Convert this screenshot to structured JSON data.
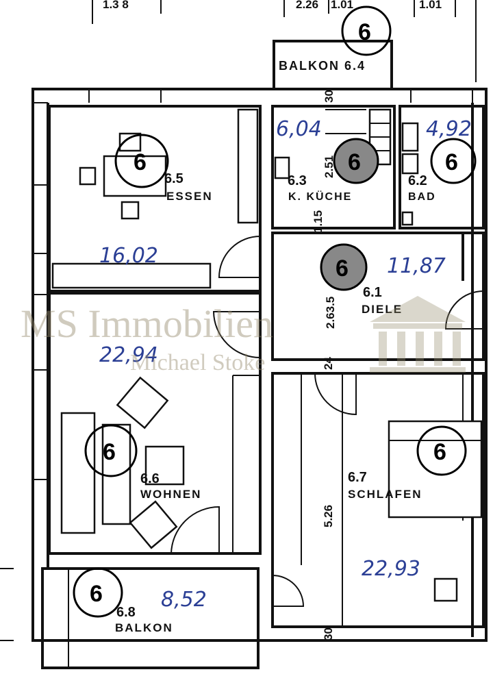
{
  "rooms": {
    "essen": {
      "number": "6.5",
      "name": "ESSEN",
      "area": "16,02"
    },
    "kueche": {
      "number": "6.3",
      "name": "K. KÜCHE",
      "area": "6,04"
    },
    "bad": {
      "number": "6.2",
      "name": "BAD",
      "area": "4,92"
    },
    "diele": {
      "number": "6.1",
      "name": "DIELE",
      "area": "11,87"
    },
    "wohnen": {
      "number": "6.6",
      "name": "WOHNEN",
      "area": "22,94"
    },
    "schlafen": {
      "number": "6.7",
      "name": "SCHLAFEN",
      "area": "22,93"
    },
    "balkon_bottom": {
      "number": "6.8",
      "name": "BALKON",
      "area": "8,52"
    },
    "balkon_top": {
      "label": "BALKON 6.4"
    }
  },
  "marker": "6",
  "dimensions": {
    "top_left": "1.3 8",
    "top_mid": "2.26",
    "top_mid2": "1.01",
    "top_right": "1.01",
    "kitchen_v": "2.51",
    "kitchen_top": "30",
    "kitchen_115": "1.15",
    "diele_v": "2.63.5",
    "diele_24": "24",
    "schlafen_v": "5.26",
    "bottom_30": "30"
  },
  "watermark": {
    "title": "MS Immobilien",
    "subtitle": "Michael Stoke"
  }
}
